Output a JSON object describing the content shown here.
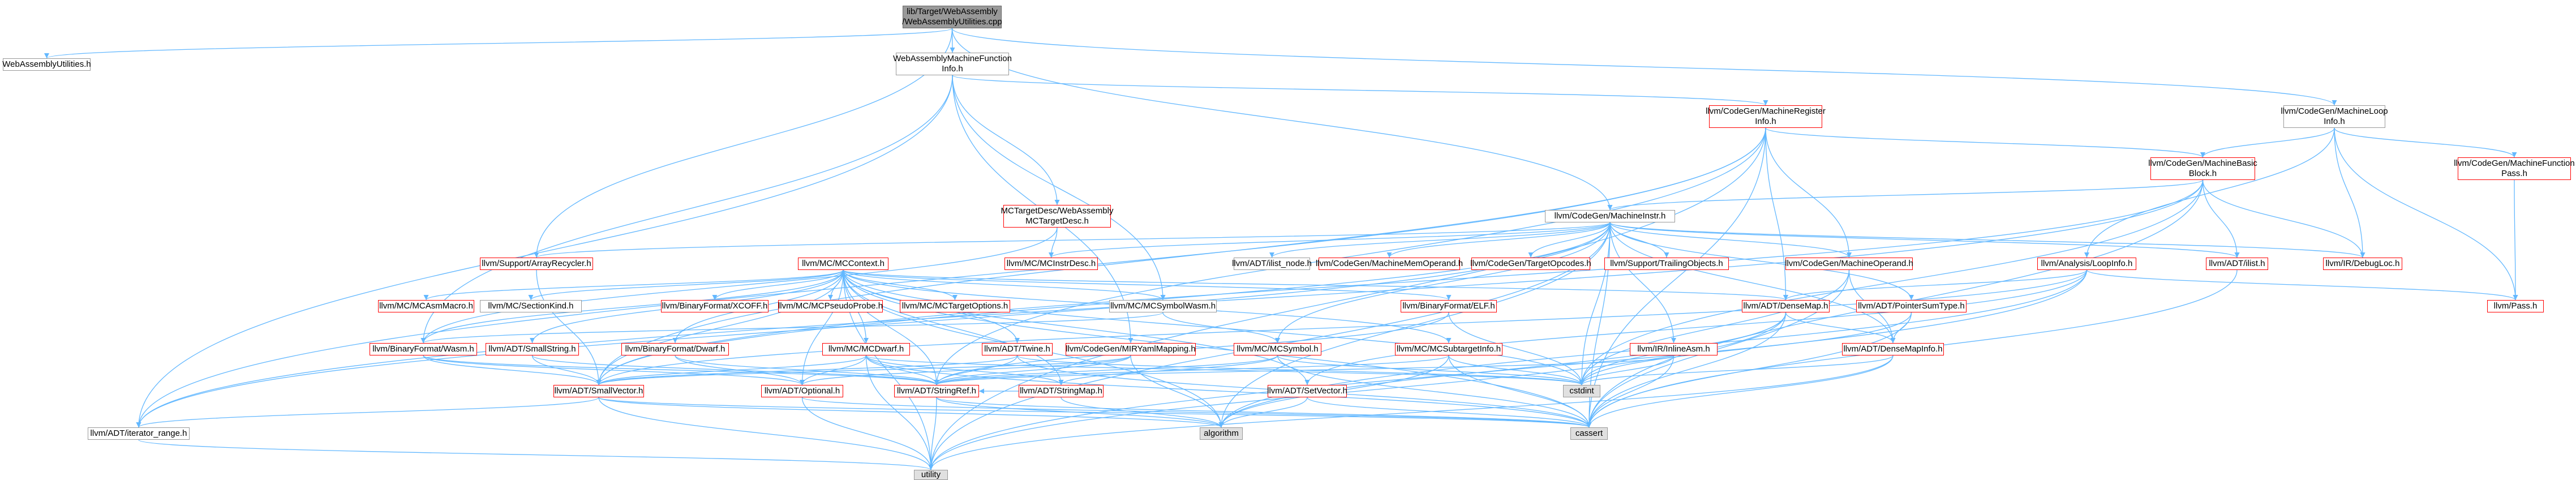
{
  "colors": {
    "edge": "#63b8ff",
    "border_normal": "#999999",
    "border_missing": "#ff0000",
    "root_fill": "#999999",
    "external_fill": "#e0e0e0"
  },
  "nodes": {
    "root": {
      "lines": [
        "lib/Target/WebAssembly",
        "/WebAssemblyUtilities.cpp"
      ]
    },
    "wasm_utilities_h": {
      "lines": [
        "WebAssemblyUtilities.h"
      ]
    },
    "wasm_mfi_h": {
      "lines": [
        "WebAssemblyMachineFunction",
        "Info.h"
      ]
    },
    "mc_target_desc": {
      "lines": [
        "MCTargetDesc/WebAssembly",
        "MCTargetDesc.h"
      ]
    },
    "machine_register_info": {
      "lines": [
        "llvm/CodeGen/MachineRegister",
        "Info.h"
      ]
    },
    "machine_loop_info": {
      "lines": [
        "llvm/CodeGen/MachineLoop",
        "Info.h"
      ]
    },
    "machine_basic_block": {
      "lines": [
        "llvm/CodeGen/MachineBasic",
        "Block.h"
      ]
    },
    "machine_function_pass": {
      "lines": [
        "llvm/CodeGen/MachineFunction",
        "Pass.h"
      ]
    },
    "machine_instr": {
      "lines": [
        "llvm/CodeGen/MachineInstr.h"
      ]
    },
    "array_recycler": {
      "lines": [
        "llvm/Support/ArrayRecycler.h"
      ]
    },
    "mc_context": {
      "lines": [
        "llvm/MC/MCContext.h"
      ]
    },
    "mc_instr_desc": {
      "lines": [
        "llvm/MC/MCInstrDesc.h"
      ]
    },
    "ilist_node": {
      "lines": [
        "llvm/ADT/ilist_node.h"
      ]
    },
    "machine_mem_operand": {
      "lines": [
        "llvm/CodeGen/MachineMemOperand.h"
      ]
    },
    "target_opcodes": {
      "lines": [
        "llvm/CodeGen/TargetOpcodes.h"
      ]
    },
    "trailing_objects": {
      "lines": [
        "llvm/Support/TrailingObjects.h"
      ]
    },
    "machine_operand": {
      "lines": [
        "llvm/CodeGen/MachineOperand.h"
      ]
    },
    "ilist": {
      "lines": [
        "llvm/ADT/ilist.h"
      ]
    },
    "debug_loc": {
      "lines": [
        "llvm/IR/DebugLoc.h"
      ]
    },
    "loop_info": {
      "lines": [
        "llvm/Analysis/LoopInfo.h"
      ]
    },
    "pass": {
      "lines": [
        "llvm/Pass.h"
      ]
    },
    "mc_asm_macro": {
      "lines": [
        "llvm/MC/MCAsmMacro.h"
      ]
    },
    "section_kind": {
      "lines": [
        "llvm/MC/SectionKind.h"
      ]
    },
    "binary_xcoff": {
      "lines": [
        "llvm/BinaryFormat/XCOFF.h"
      ]
    },
    "mc_pseudo_probe": {
      "lines": [
        "llvm/MC/MCPseudoProbe.h"
      ]
    },
    "mc_target_options": {
      "lines": [
        "llvm/MC/MCTargetOptions.h"
      ]
    },
    "mc_symbol_wasm": {
      "lines": [
        "llvm/MC/MCSymbolWasm.h"
      ]
    },
    "binary_elf": {
      "lines": [
        "llvm/BinaryFormat/ELF.h"
      ]
    },
    "dense_map": {
      "lines": [
        "llvm/ADT/DenseMap.h"
      ]
    },
    "pointer_sum_type": {
      "lines": [
        "llvm/ADT/PointerSumType.h"
      ]
    },
    "binary_wasm": {
      "lines": [
        "llvm/BinaryFormat/Wasm.h"
      ]
    },
    "small_string": {
      "lines": [
        "llvm/ADT/SmallString.h"
      ]
    },
    "binary_dwarf": {
      "lines": [
        "llvm/BinaryFormat/Dwarf.h"
      ]
    },
    "mc_dwarf": {
      "lines": [
        "llvm/MC/MCDwarf.h"
      ]
    },
    "twine": {
      "lines": [
        "llvm/ADT/Twine.h"
      ]
    },
    "mir_yaml_mapping": {
      "lines": [
        "llvm/CodeGen/MIRYamlMapping.h"
      ]
    },
    "mc_symbol": {
      "lines": [
        "llvm/MC/MCSymbol.h"
      ]
    },
    "mc_subtarget_info": {
      "lines": [
        "llvm/MC/MCSubtargetInfo.h"
      ]
    },
    "inline_asm": {
      "lines": [
        "llvm/IR/InlineAsm.h"
      ]
    },
    "dense_map_info": {
      "lines": [
        "llvm/ADT/DenseMapInfo.h"
      ]
    },
    "small_vector": {
      "lines": [
        "llvm/ADT/SmallVector.h"
      ]
    },
    "optional": {
      "lines": [
        "llvm/ADT/Optional.h"
      ]
    },
    "string_ref": {
      "lines": [
        "llvm/ADT/StringRef.h"
      ]
    },
    "string_map": {
      "lines": [
        "llvm/ADT/StringMap.h"
      ]
    },
    "set_vector": {
      "lines": [
        "llvm/ADT/SetVector.h"
      ]
    },
    "cstdint": {
      "lines": [
        "cstdint"
      ]
    },
    "iterator_range": {
      "lines": [
        "llvm/ADT/iterator_range.h"
      ]
    },
    "algorithm": {
      "lines": [
        "algorithm"
      ]
    },
    "cassert": {
      "lines": [
        "cassert"
      ]
    },
    "utility": {
      "lines": [
        "utility"
      ]
    }
  },
  "edges": [
    [
      "root",
      "wasm_utilities_h"
    ],
    [
      "root",
      "wasm_mfi_h"
    ],
    [
      "root",
      "machine_instr"
    ],
    [
      "root",
      "machine_loop_info"
    ],
    [
      "root",
      "array_recycler"
    ],
    [
      "wasm_mfi_h",
      "mc_target_desc"
    ],
    [
      "wasm_mfi_h",
      "machine_register_info"
    ],
    [
      "wasm_mfi_h",
      "binary_wasm"
    ],
    [
      "wasm_mfi_h",
      "iterator_range"
    ],
    [
      "wasm_mfi_h",
      "mir_yaml_mapping"
    ],
    [
      "wasm_mfi_h",
      "mc_symbol_wasm"
    ],
    [
      "mc_target_desc",
      "mc_instr_desc"
    ],
    [
      "mc_target_desc",
      "binary_wasm"
    ],
    [
      "machine_register_info",
      "machine_basic_block"
    ],
    [
      "machine_register_info",
      "machine_operand"
    ],
    [
      "machine_register_info",
      "dense_map"
    ],
    [
      "machine_register_info",
      "iterator_range"
    ],
    [
      "machine_register_info",
      "cassert"
    ],
    [
      "machine_register_info",
      "utility"
    ],
    [
      "machine_register_info",
      "small_vector"
    ],
    [
      "machine_register_info",
      "string_ref"
    ],
    [
      "machine_loop_info",
      "machine_basic_block"
    ],
    [
      "machine_loop_info",
      "machine_function_pass"
    ],
    [
      "machine_loop_info",
      "loop_info"
    ],
    [
      "machine_loop_info",
      "debug_loc"
    ],
    [
      "machine_loop_info",
      "pass"
    ],
    [
      "machine_function_pass",
      "pass"
    ],
    [
      "machine_basic_block",
      "machine_instr"
    ],
    [
      "machine_basic_block",
      "ilist"
    ],
    [
      "machine_basic_block",
      "debug_loc"
    ],
    [
      "machine_basic_block",
      "iterator_range"
    ],
    [
      "machine_basic_block",
      "cassert"
    ],
    [
      "machine_basic_block",
      "cstdint"
    ],
    [
      "machine_basic_block",
      "small_vector"
    ],
    [
      "machine_instr",
      "mc_instr_desc"
    ],
    [
      "machine_instr",
      "array_recycler"
    ],
    [
      "machine_instr",
      "ilist_node"
    ],
    [
      "machine_instr",
      "machine_mem_operand"
    ],
    [
      "machine_instr",
      "target_opcodes"
    ],
    [
      "machine_instr",
      "trailing_objects"
    ],
    [
      "machine_instr",
      "machine_operand"
    ],
    [
      "machine_instr",
      "ilist"
    ],
    [
      "machine_instr",
      "debug_loc"
    ],
    [
      "machine_instr",
      "dense_map_info"
    ],
    [
      "machine_instr",
      "pointer_sum_type"
    ],
    [
      "machine_instr",
      "inline_asm"
    ],
    [
      "machine_instr",
      "mc_symbol"
    ],
    [
      "machine_instr",
      "iterator_range"
    ],
    [
      "machine_instr",
      "small_vector"
    ],
    [
      "machine_instr",
      "cassert"
    ],
    [
      "machine_instr",
      "cstdint"
    ],
    [
      "machine_instr",
      "utility"
    ],
    [
      "machine_instr",
      "algorithm"
    ],
    [
      "array_recycler",
      "small_vector"
    ],
    [
      "array_recycler",
      "cstddef_skip"
    ],
    [
      "mc_context",
      "mc_asm_macro"
    ],
    [
      "mc_context",
      "section_kind"
    ],
    [
      "mc_context",
      "binary_xcoff"
    ],
    [
      "mc_context",
      "mc_pseudo_probe"
    ],
    [
      "mc_context",
      "mc_target_options"
    ],
    [
      "mc_context",
      "mc_symbol_wasm"
    ],
    [
      "mc_context",
      "binary_elf"
    ],
    [
      "mc_context",
      "dense_map"
    ],
    [
      "mc_context",
      "binary_wasm"
    ],
    [
      "mc_context",
      "small_string"
    ],
    [
      "mc_context",
      "binary_dwarf"
    ],
    [
      "mc_context",
      "mc_dwarf"
    ],
    [
      "mc_context",
      "twine"
    ],
    [
      "mc_context",
      "mc_subtarget_info"
    ],
    [
      "mc_context",
      "small_vector"
    ],
    [
      "mc_context",
      "optional"
    ],
    [
      "mc_context",
      "string_ref"
    ],
    [
      "mc_context",
      "string_map"
    ],
    [
      "mc_context",
      "set_vector"
    ],
    [
      "mc_context",
      "cassert"
    ],
    [
      "mc_context",
      "utility"
    ],
    [
      "mc_context",
      "algorithm"
    ],
    [
      "mc_context",
      "cstdint"
    ],
    [
      "loop_info",
      "dense_map"
    ],
    [
      "loop_info",
      "set_vector"
    ],
    [
      "loop_info",
      "pass"
    ],
    [
      "loop_info",
      "algorithm"
    ],
    [
      "loop_info",
      "utility"
    ],
    [
      "loop_info",
      "small_vector"
    ],
    [
      "dense_map",
      "dense_map_info"
    ],
    [
      "dense_map",
      "cassert"
    ],
    [
      "dense_map",
      "cstdint"
    ],
    [
      "dense_map",
      "utility"
    ],
    [
      "dense_map",
      "algorithm"
    ],
    [
      "pointer_sum_type",
      "dense_map_info"
    ],
    [
      "pointer_sum_type",
      "cassert"
    ],
    [
      "pointer_sum_type",
      "cstdint"
    ],
    [
      "dense_map_info",
      "cassert"
    ],
    [
      "dense_map_info",
      "cstdint"
    ],
    [
      "dense_map_info",
      "utility"
    ],
    [
      "mc_symbol_wasm",
      "binary_wasm"
    ],
    [
      "mc_symbol_wasm",
      "mc_symbol"
    ],
    [
      "binary_wasm",
      "small_vector"
    ],
    [
      "binary_wasm",
      "string_ref"
    ],
    [
      "binary_wasm",
      "optional"
    ],
    [
      "small_string",
      "small_vector"
    ],
    [
      "small_string",
      "string_ref"
    ],
    [
      "binary_dwarf",
      "optional"
    ],
    [
      "binary_dwarf",
      "string_ref"
    ],
    [
      "mc_dwarf",
      "small_vector"
    ],
    [
      "mc_dwarf",
      "string_ref"
    ],
    [
      "mc_dwarf",
      "string_map"
    ],
    [
      "mc_dwarf",
      "optional"
    ],
    [
      "mc_dwarf",
      "cassert"
    ],
    [
      "mc_dwarf",
      "utility"
    ],
    [
      "mc_dwarf",
      "cstdint"
    ],
    [
      "twine",
      "small_vector"
    ],
    [
      "twine",
      "string_ref"
    ],
    [
      "twine",
      "cassert"
    ],
    [
      "twine",
      "cstdint"
    ],
    [
      "mir_yaml_mapping",
      "small_vector"
    ],
    [
      "mir_yaml_mapping",
      "string_ref"
    ],
    [
      "mir_yaml_mapping",
      "optional"
    ],
    [
      "mir_yaml_mapping",
      "algorithm"
    ],
    [
      "mc_symbol",
      "string_map"
    ],
    [
      "mc_symbol",
      "string_ref"
    ],
    [
      "mc_symbol",
      "cassert"
    ],
    [
      "mc_symbol",
      "cstdint"
    ],
    [
      "mc_subtarget_info",
      "string_ref"
    ],
    [
      "mc_subtarget_info",
      "cassert"
    ],
    [
      "mc_subtarget_info",
      "cstdint"
    ],
    [
      "mc_subtarget_info",
      "algorithm"
    ],
    [
      "inline_asm",
      "string_ref"
    ],
    [
      "inline_asm",
      "cassert"
    ],
    [
      "inline_asm",
      "cstdint"
    ],
    [
      "small_vector",
      "iterator_range"
    ],
    [
      "small_vector",
      "algorithm"
    ],
    [
      "small_vector",
      "cassert"
    ],
    [
      "small_vector",
      "utility"
    ],
    [
      "optional",
      "utility"
    ],
    [
      "optional",
      "cassert"
    ],
    [
      "string_ref",
      "algorithm"
    ],
    [
      "string_ref",
      "cassert"
    ],
    [
      "string_ref",
      "utility"
    ],
    [
      "string_map",
      "string_ref"
    ],
    [
      "string_map",
      "algorithm"
    ],
    [
      "set_vector",
      "algorithm"
    ],
    [
      "set_vector",
      "cassert"
    ],
    [
      "iterator_range",
      "utility"
    ],
    [
      "machine_operand",
      "dense_map_info"
    ],
    [
      "machine_operand",
      "cassert"
    ],
    [
      "machine_operand",
      "cstdint"
    ],
    [
      "ilist",
      "cassert"
    ],
    [
      "binary_elf",
      "string_ref"
    ],
    [
      "binary_elf",
      "cstdint"
    ],
    [
      "wasm_utilities_h",
      "array_recycler_skip"
    ]
  ]
}
